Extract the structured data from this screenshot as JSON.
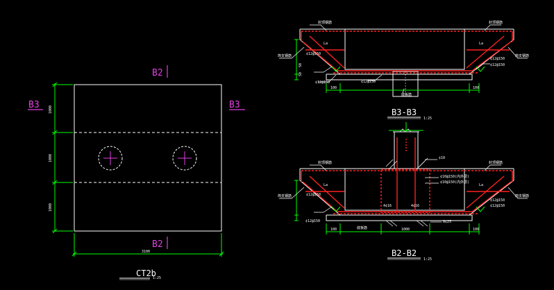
{
  "plan": {
    "title": "CT2b",
    "scale": "1:25",
    "section_marks": {
      "b2_top": "B2",
      "b2_bottom": "B2",
      "b3_left": "B3",
      "b3_right": "B3"
    },
    "dims": {
      "left_top": "1000",
      "left_mid": "1000",
      "left_bot": "1000",
      "bottom": "3100"
    }
  },
  "section_b3": {
    "title": "B3-B3",
    "scale": "1:25",
    "dims": {
      "left": "100",
      "right": "100",
      "mid_left": "50",
      "mid_right": "50"
    },
    "rebar_tl": "¢12@150",
    "rebar_tr": "¢12@150",
    "rebar_bl": "¢12@150",
    "rebar_br": "¢12@150",
    "rebar_bottom": "¢12@150",
    "label_ld_left": "La",
    "label_ld_right": "La",
    "label_tl": "封顶钢筋",
    "label_tr": "封顶钢筋",
    "label_ml": "简支钢筋",
    "label_mr": "简支钢筋",
    "label_bottom": "底板筋"
  },
  "section_b2": {
    "title": "B2-B2",
    "scale": "1:25",
    "dims": {
      "left": "100",
      "right": "100",
      "center": "1000"
    },
    "rebar_tl": "¢12@150",
    "rebar_tr": "¢12@150",
    "rebar_top_center": "¢10",
    "rebar_right_a": "¢10@150(内外层)",
    "rebar_right_b": "¢10@150(内外层)",
    "rebar_col_a": "4¢16",
    "rebar_col_b": "4¢16",
    "rebar_bl": "¢12@150",
    "rebar_br": "¢12@150",
    "rebar_right_bottom": "8¢25",
    "label_ld_left": "La",
    "label_ld_right": "La",
    "label_tl": "封顶钢筋",
    "label_tr": "封顶钢筋",
    "label_ml": "简支钢筋",
    "label_mr": "简支钢筋",
    "label_bottom": "底板筋"
  }
}
